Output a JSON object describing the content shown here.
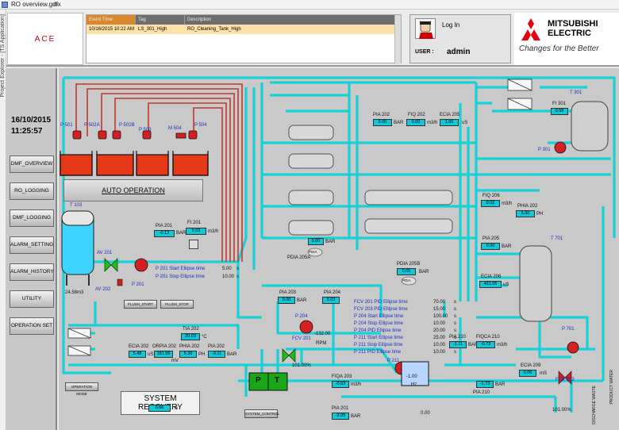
{
  "window": {
    "title": "RO overview.gdfx",
    "side_label": "Project Explorer - [TS Application]"
  },
  "header": {
    "company": "ACE",
    "alarm_table": {
      "columns": [
        "Event Time",
        "Tag",
        "Description"
      ],
      "rows": [
        {
          "time": "10/16/2015 10:22 AM",
          "tag": "LS_301_High",
          "description": "RO_Cleaning_Tank_High"
        }
      ]
    },
    "login": {
      "button": "Log In",
      "user_label": "USER :",
      "user": "admin"
    },
    "brand": {
      "name_line1": "MITSUBISHI",
      "name_line2": "ELECTRIC",
      "tagline": "Changes for the Better"
    }
  },
  "sidebar": {
    "date": "16/10/2015",
    "time": "11:25:57",
    "nav": [
      "DMF_OVERVIEW",
      "RO_LOGGING",
      "DMF_LOGGING",
      "ALARM_SETTING",
      "ALARM_HISTORY",
      "UTILITY",
      "OPERATION SET"
    ]
  },
  "main": {
    "auto_operation": "AUTO OPERATION",
    "pumps_top": [
      "P 501",
      "P 502A",
      "P 502B",
      "P 503",
      "M 504",
      "P 504"
    ],
    "tank_t103": {
      "label": "T 103",
      "level": "24.58",
      "unit": "m3"
    },
    "av201": "AV 201",
    "av202": "AV 202",
    "p201": "P 201",
    "pia201": {
      "label": "PIA 201",
      "value": "-0.12",
      "unit": "BAR"
    },
    "fi201": {
      "label": "FI 201",
      "value": "0.03",
      "unit": "m3/h"
    },
    "ellipse_p201": [
      {
        "text": "P 201 Start Ellipse time",
        "value": "5.00",
        "unit": "s"
      },
      {
        "text": "P 201 Stop Ellipse time",
        "value": "10.00",
        "unit": "s"
      }
    ],
    "flush_start": "FLUSH_START",
    "flush_stop": "FLUSH_STOP",
    "pia202": {
      "label": "PIA 202",
      "value": "0.00",
      "unit": "BAR"
    },
    "fiq202": {
      "label": "FIQ 202",
      "value": "0.00",
      "unit": "m3/h"
    },
    "ecia205": {
      "label": "ECIA 205",
      "value": "1.00",
      "unit": "uS"
    },
    "pdia205a": {
      "label": "PDIA 205A",
      "value": "0.00",
      "unit": "BAR",
      "gauge": "PDIA"
    },
    "pdia205b": {
      "label": "PDIA 205B",
      "value": "0.05",
      "unit": "BAR",
      "gauge": "PDIA"
    },
    "fiq206": {
      "label": "FIQ 206",
      "value": "0.02",
      "unit": "m3/h"
    },
    "phia202": {
      "label": "PHIA 202",
      "value": "5.90",
      "unit": "PH"
    },
    "pia205": {
      "label": "PIA 205",
      "value": "0.00",
      "unit": "BAR"
    },
    "ecia206": {
      "label": "ECIA 206",
      "value": "461.05",
      "unit": "uS"
    },
    "t301": "T 301",
    "fi301": {
      "label": "FI 301",
      "value": "0.58"
    },
    "p301": "P 301",
    "t701": "T 701",
    "p701": "P 701",
    "pia203": {
      "label": "PIA 203",
      "value": "0.00",
      "unit": "BAR"
    },
    "pia204": {
      "label": "PIA 204",
      "value": "0.03"
    },
    "p204": {
      "label": "P 204",
      "value": "-132.00",
      "unit": "RPM"
    },
    "fcv201": {
      "label": "FCV 201",
      "value": "101.00%"
    },
    "pid_lines": [
      {
        "text": "FCV 201 PID Ellipse time",
        "value": "70.00",
        "unit": "s"
      },
      {
        "text": "FCV 203 PID Ellipse time",
        "value": "15.00",
        "unit": "s"
      },
      {
        "text": "P 204 Start Ellipse time",
        "value": "100.00",
        "unit": "s"
      },
      {
        "text": "P 204 Stop Ellipse time",
        "value": "10.00",
        "unit": "s"
      },
      {
        "text": "P 204 PID Ellipse time",
        "value": "20.00",
        "unit": "s"
      },
      {
        "text": "P 211 Start Ellipse time",
        "value": "25.00",
        "unit": "s"
      },
      {
        "text": "P 211 Stop Ellipse time",
        "value": "10.00",
        "unit": "s"
      },
      {
        "text": "P 211 PID Ellipse time",
        "value": "10.00",
        "unit": "s"
      }
    ],
    "tia202": {
      "label": "TIA 202",
      "value": "20.03",
      "unit": "°C"
    },
    "ecia202": {
      "label": "ECIA 202",
      "value": "5.48",
      "unit": "uS"
    },
    "orpia202": {
      "label": "ORPIA 202",
      "value": "181.56",
      "unit": "mV"
    },
    "phia202b": {
      "label": "PHIA 202",
      "value": "5.39",
      "unit": "PH"
    },
    "pia202b": {
      "label": "PIA 202",
      "value": "-0.11",
      "unit": "BAR"
    },
    "system_recovery": {
      "title": "SYSTEM RECOVERY",
      "value": "0.66",
      "unit": "%"
    },
    "operation_mode": "OPERATION MODE",
    "system_control": "SYSTEM_CONTROL",
    "pt_labels": [
      "P",
      "T"
    ],
    "fiqa203": {
      "label": "FIQA 203",
      "value": "-0.03",
      "unit": "m3/h"
    },
    "p211": {
      "label": "P 211",
      "value": "-1.00",
      "unit": "Hz"
    },
    "pia201b": {
      "label": "PIA 201",
      "value": "-2.05",
      "unit": "BAR"
    },
    "pia210": {
      "label": "PIA 210",
      "value": "-1.11",
      "unit": "BAR"
    },
    "fiqca210": {
      "label": "FIQCA 210",
      "value": "-0.72",
      "unit": "m3/h"
    },
    "pia210b": {
      "label": "PIA 210",
      "value": "-1.73",
      "unit": "BAR"
    },
    "ecia209": {
      "label": "ECIA 209",
      "value": "0.06",
      "unit": "mS"
    },
    "fcv203": {
      "label": "FCV 203",
      "value": "101.00%"
    },
    "hx_value": "0.00",
    "product_water": "PRODUCT WATER",
    "discharge_waste": "DISCHARGE WASTE"
  },
  "colors": {
    "pipe": "#19d0d6",
    "tank_water": "#e8381a",
    "pipe_red": "#c0392b",
    "display": "#10c9d8",
    "pump": "#d42020",
    "valve": "#19c019"
  }
}
